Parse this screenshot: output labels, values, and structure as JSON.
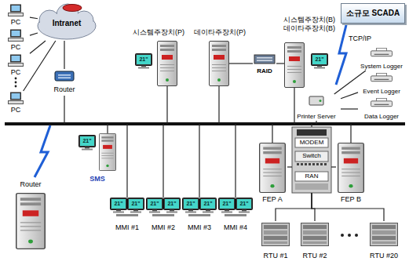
{
  "diagram": {
    "nodes": [
      {
        "text": [
          "PC"
        ]
      },
      {
        "text": [
          "PC"
        ]
      },
      {
        "text": [
          "PC"
        ]
      },
      {
        "text": [
          "PC"
        ]
      },
      {
        "text": [
          "Intranet"
        ]
      },
      {
        "text": [
          "Router"
        ]
      },
      {
        "text": [
          "시스템주장치(P)"
        ]
      },
      {
        "text": [
          "데이타주장치(P)"
        ]
      },
      {
        "text": [
          "RAID"
        ]
      },
      {
        "text": [
          "시스템주장치(B)",
          "데이타주장치(B)"
        ]
      },
      {
        "text": [
          "소규모 SCADA"
        ]
      },
      {
        "text": [
          "System Logger"
        ]
      },
      {
        "text": [
          "Event Logger"
        ]
      },
      {
        "text": [
          "Printer Server"
        ]
      },
      {
        "text": [
          "Data Logger"
        ]
      },
      {
        "text": [
          "SMS"
        ]
      },
      {
        "text": [
          "MMI #1"
        ]
      },
      {
        "text": [
          "MMI #2"
        ]
      },
      {
        "text": [
          "MMI #3"
        ]
      },
      {
        "text": [
          "MMI #4"
        ]
      },
      {
        "text": [
          "FEP A"
        ]
      },
      {
        "text": [
          "MODEM",
          "Switch",
          "RAN"
        ]
      },
      {
        "text": [
          "FEP B"
        ]
      },
      {
        "text": [
          "Router"
        ]
      },
      {
        "text": [
          "RTU #1"
        ]
      },
      {
        "text": [
          "RTU #2"
        ]
      },
      {
        "text": [
          "RTU #20"
        ]
      }
    ],
    "edges": [
      {
        "from": 0,
        "to": 4,
        "arrow": "none"
      },
      {
        "from": 1,
        "to": 4,
        "arrow": "none"
      },
      {
        "from": 2,
        "to": 4,
        "arrow": "none"
      },
      {
        "from": 3,
        "to": 4,
        "arrow": "none"
      },
      {
        "from": 4,
        "to": 5,
        "arrow": "none"
      },
      {
        "from": 7,
        "to": 8,
        "arrow": "none"
      },
      {
        "from": 8,
        "to": 9,
        "arrow": "none"
      },
      {
        "from": 13,
        "to": 11,
        "arrow": "none"
      },
      {
        "from": 13,
        "to": 12,
        "arrow": "none"
      },
      {
        "from": 13,
        "to": 14,
        "arrow": "none"
      },
      {
        "from": 20,
        "to": 21,
        "arrow": "none"
      },
      {
        "from": 21,
        "to": 22,
        "arrow": "none"
      },
      {
        "from": 21,
        "to": 24,
        "arrow": "none"
      },
      {
        "from": 21,
        "to": 25,
        "arrow": "none"
      },
      {
        "from": 21,
        "to": 26,
        "arrow": "none"
      }
    ],
    "labels": [
      "TCP/IP",
      "21\"",
      "21\"",
      "21\"",
      "21\"",
      "21\"",
      "21\"",
      "21\"",
      "21\"",
      "21\"",
      "21\"",
      "21\""
    ]
  }
}
